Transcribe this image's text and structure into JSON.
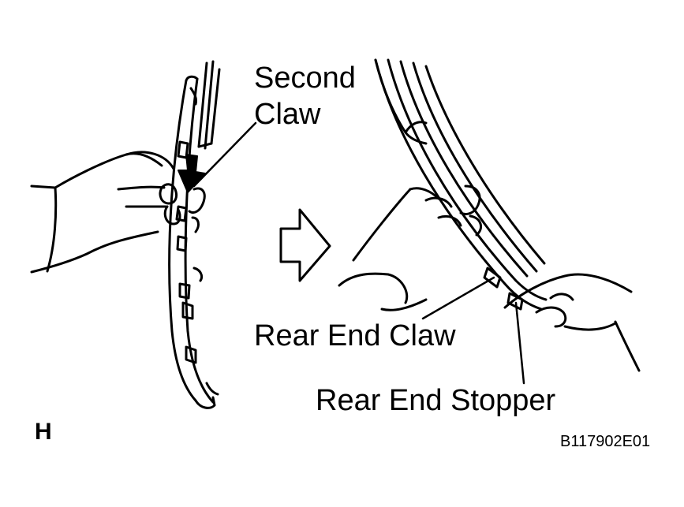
{
  "labels": {
    "second_claw_line1": "Second",
    "second_claw_line2": "Claw",
    "rear_end_claw": "Rear End Claw",
    "rear_end_stopper": "Rear End Stopper",
    "view_letter": "H",
    "figure_code": "B117902E01"
  },
  "colors": {
    "ink": "#000000",
    "paper": "#ffffff"
  },
  "icons": {
    "push_direction": "arrow-down-icon",
    "next_step": "arrow-right-outline-icon"
  }
}
